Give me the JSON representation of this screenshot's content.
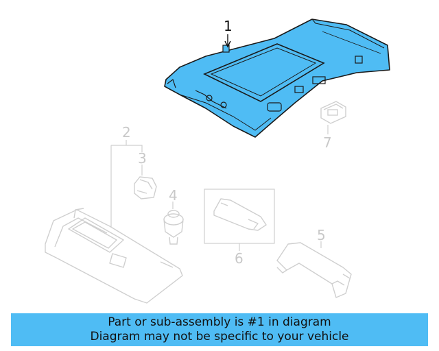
{
  "callouts": {
    "part_1": "1",
    "part_2": "2",
    "part_3": "3",
    "part_4": "4",
    "part_5": "5",
    "part_6": "6",
    "part_7": "7"
  },
  "banner": {
    "line1": "Part or sub-assembly is #1 in diagram",
    "line2": "Diagram may not be specific to your vehicle"
  },
  "colors": {
    "highlight_fill": "#4fbcf4",
    "highlight_outline": "#1a1a1a",
    "muted_outline": "#cfcfcf",
    "banner_background": "#4fbcf4"
  }
}
